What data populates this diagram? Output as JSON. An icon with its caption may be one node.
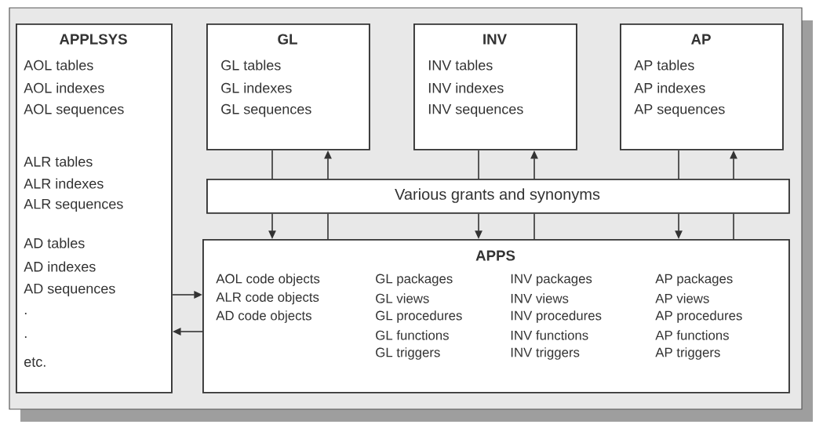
{
  "diagram": {
    "nodes": [
      {
        "text": [
          "APPLSYS",
          "AOL tables",
          "AOL indexes",
          "AOL sequences",
          "ALR tables",
          "ALR indexes",
          "ALR sequences",
          "AD tables",
          "AD indexes",
          "AD sequences",
          ".",
          ".",
          "etc."
        ]
      },
      {
        "text": [
          "GL",
          "GL tables",
          "GL indexes",
          "GL sequences"
        ]
      },
      {
        "text": [
          "INV",
          "INV tables",
          "INV indexes",
          "INV sequences"
        ]
      },
      {
        "text": [
          "AP",
          "AP tables",
          "AP indexes",
          "AP sequences"
        ]
      },
      {
        "text": [
          "Various grants and synonyms"
        ]
      },
      {
        "text": [
          "APPS",
          "AOL code objects",
          "ALR code objects",
          "AD code objects",
          "GL packages",
          "GL views",
          "GL procedures",
          "GL functions",
          "GL triggers",
          "INV packages",
          "INV views",
          "INV procedures",
          "INV functions",
          "INV triggers",
          "AP packages",
          "AP views",
          "AP procedures",
          "AP functions",
          "AP triggers"
        ]
      }
    ],
    "edges": [
      {
        "from": 1,
        "to": 4,
        "arrow": "none"
      },
      {
        "from": 4,
        "to": 5,
        "arrow": "to"
      },
      {
        "from": 5,
        "to": 4,
        "arrow": "none"
      },
      {
        "from": 4,
        "to": 1,
        "arrow": "to"
      },
      {
        "from": 2,
        "to": 4,
        "arrow": "none"
      },
      {
        "from": 4,
        "to": 5,
        "arrow": "to"
      },
      {
        "from": 5,
        "to": 4,
        "arrow": "none"
      },
      {
        "from": 4,
        "to": 2,
        "arrow": "to"
      },
      {
        "from": 3,
        "to": 4,
        "arrow": "none"
      },
      {
        "from": 4,
        "to": 5,
        "arrow": "to"
      },
      {
        "from": 5,
        "to": 4,
        "arrow": "none"
      },
      {
        "from": 4,
        "to": 3,
        "arrow": "to"
      },
      {
        "from": 0,
        "to": 5,
        "arrow": "to"
      },
      {
        "from": 5,
        "to": 0,
        "arrow": "to"
      }
    ]
  }
}
